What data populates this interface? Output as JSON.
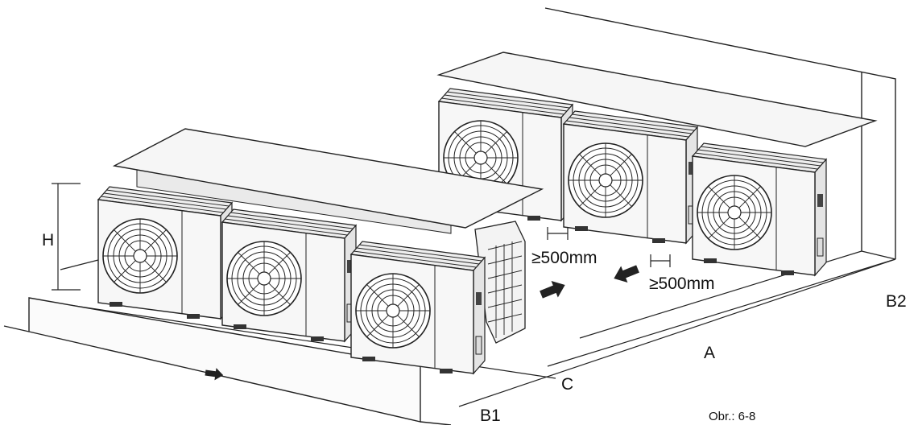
{
  "labels": {
    "h": "H",
    "a": "A",
    "b1": "B1",
    "b2": "B2",
    "c": "C",
    "dim_front": "≥500mm",
    "dim_back": "≥500mm"
  },
  "caption": "Obr.: 6-8",
  "colors": {
    "line": "#222222",
    "panel": "#f4f4f4",
    "shade": "#e2e2e2",
    "dark": "#333333"
  },
  "icons": [
    "fan-grille-icon",
    "air-flow-arrow-icon"
  ]
}
